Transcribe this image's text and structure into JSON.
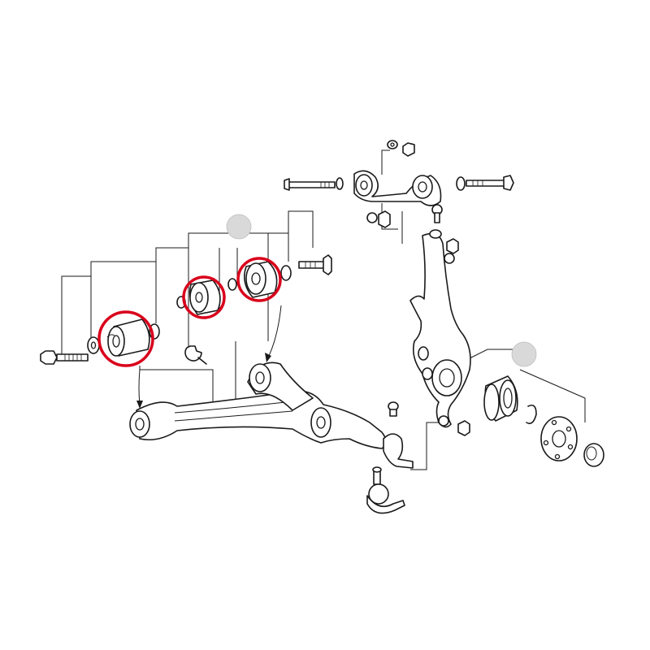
{
  "figure": {
    "background": "#ffffff",
    "line_color": "#1a1a1a",
    "highlight_color": "#d9001b",
    "callout_fill": "#d9d9d9"
  },
  "highlights": [
    {
      "name": "rear-lower-arm-bushing",
      "icon": "red-circle"
    },
    {
      "name": "front-lower-arm-bushing-a",
      "icon": "red-circle"
    },
    {
      "name": "front-lower-arm-bushing-b",
      "icon": "red-circle"
    }
  ]
}
